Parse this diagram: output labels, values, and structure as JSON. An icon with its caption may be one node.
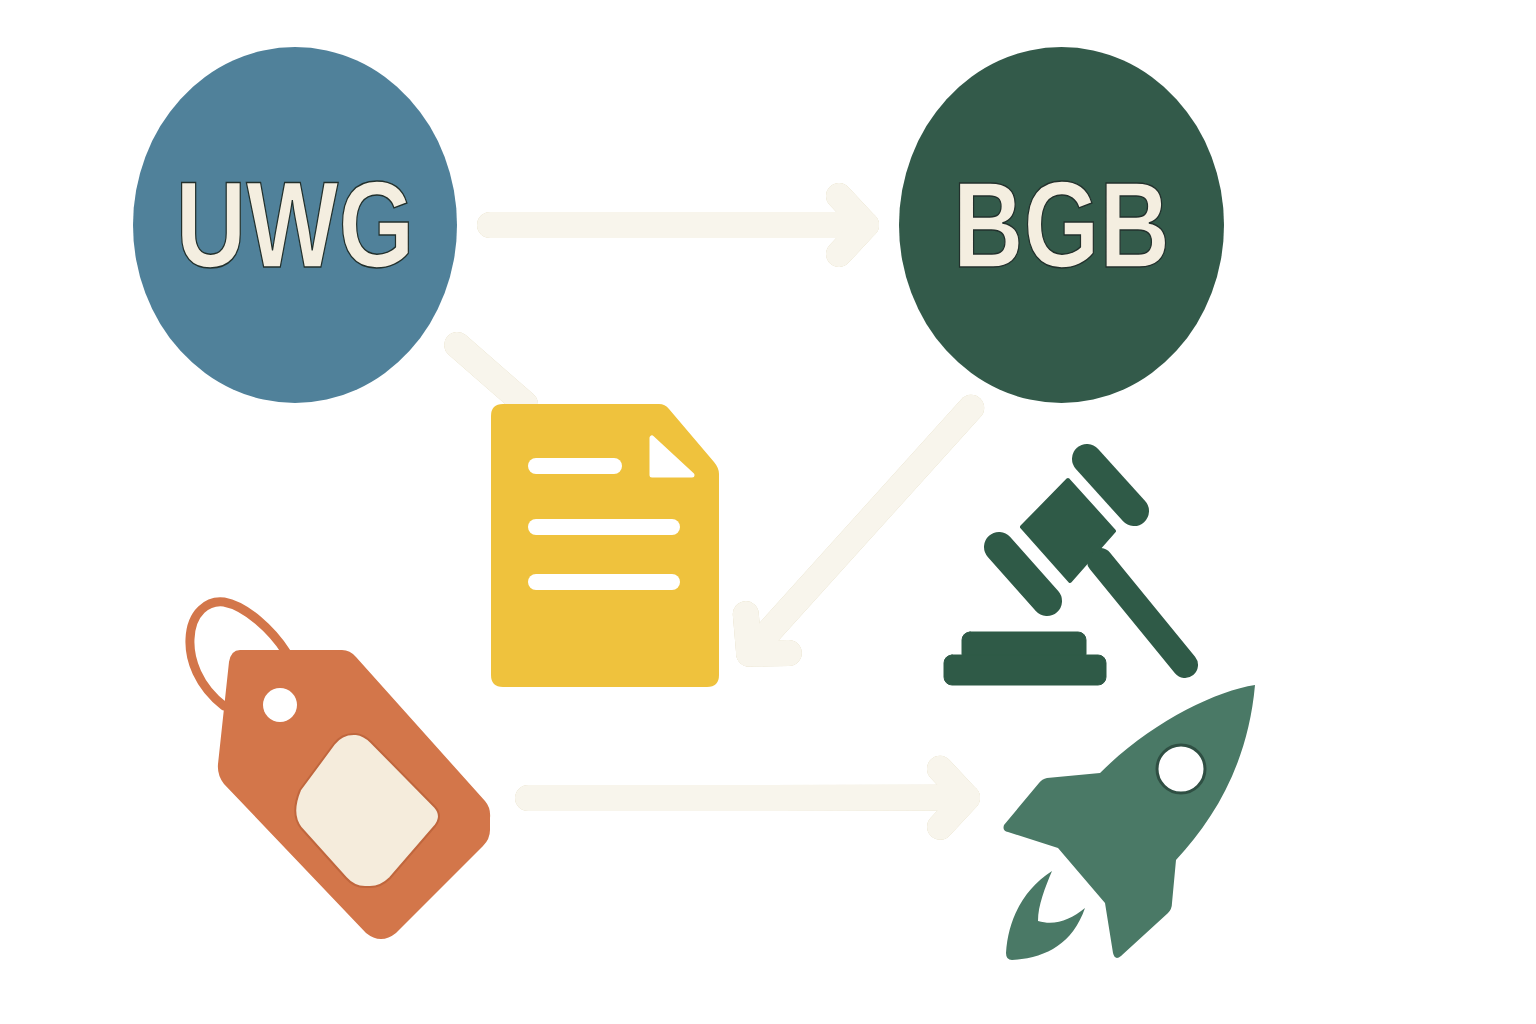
{
  "diagram": {
    "nodes": [
      {
        "text": [
          "UWG"
        ]
      },
      {
        "text": [
          "BGB"
        ]
      },
      {
        "text": [],
        "shape": "picture"
      },
      {
        "text": [],
        "shape": "picture"
      },
      {
        "text": [],
        "shape": "picture"
      },
      {
        "text": [],
        "shape": "picture"
      }
    ],
    "edges": [
      {
        "from": 0,
        "to": 1,
        "arrow": "to"
      },
      {
        "from": 0,
        "to": 2,
        "arrow": "none"
      },
      {
        "from": 1,
        "to": 2,
        "arrow": "to"
      },
      {
        "from": 4,
        "to": 5,
        "arrow": "to"
      }
    ]
  }
}
